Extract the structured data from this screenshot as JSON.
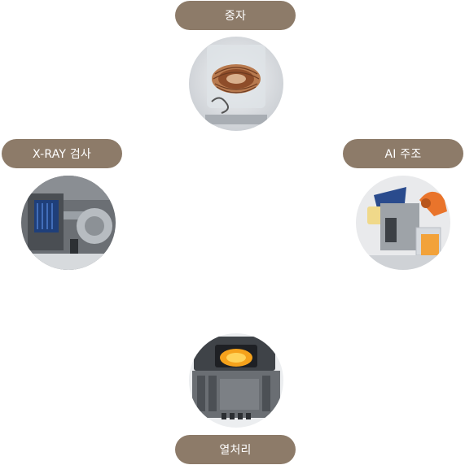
{
  "processes": [
    {
      "key": "top",
      "label": "중자",
      "image_icon": "furnace-coil-image"
    },
    {
      "key": "left",
      "label": "X-RAY 검사",
      "image_icon": "xray-inspection-image"
    },
    {
      "key": "right",
      "label": "AI 주조",
      "image_icon": "robot-casting-image"
    },
    {
      "key": "bottom",
      "label": "열처리",
      "image_icon": "heat-treatment-oven-image"
    }
  ],
  "colors": {
    "pill": "#8d7b69",
    "pill_text": "#ffffff"
  }
}
